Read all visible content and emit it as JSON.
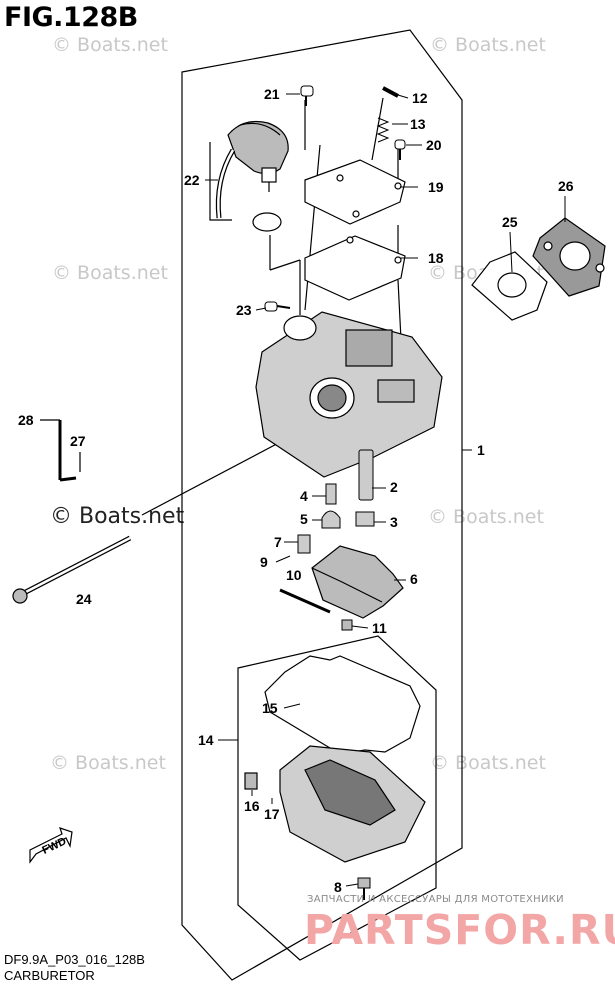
{
  "figure": {
    "title": "FIG.128B",
    "code": "DF9.9A_P03_016_128B",
    "caption": "CARBURETOR"
  },
  "watermark": {
    "text": "© Boats.net"
  },
  "ad": {
    "tagline": "ЗАПЧАСТИ И АКСЕССУАРЫ ДЛЯ МОТОТЕХНИКИ",
    "logo": "PARTSFOR.RU"
  },
  "callouts": [
    "1",
    "2",
    "3",
    "4",
    "5",
    "6",
    "7",
    "8",
    "9",
    "10",
    "11",
    "12",
    "13",
    "14",
    "15",
    "16",
    "17",
    "18",
    "19",
    "20",
    "21",
    "22",
    "23",
    "24",
    "25",
    "26",
    "27",
    "28"
  ],
  "fwd_label": "FWD",
  "colors": {
    "ink": "#000000",
    "watermark": "#c8c8c8",
    "logo": "#f2a6a6"
  }
}
